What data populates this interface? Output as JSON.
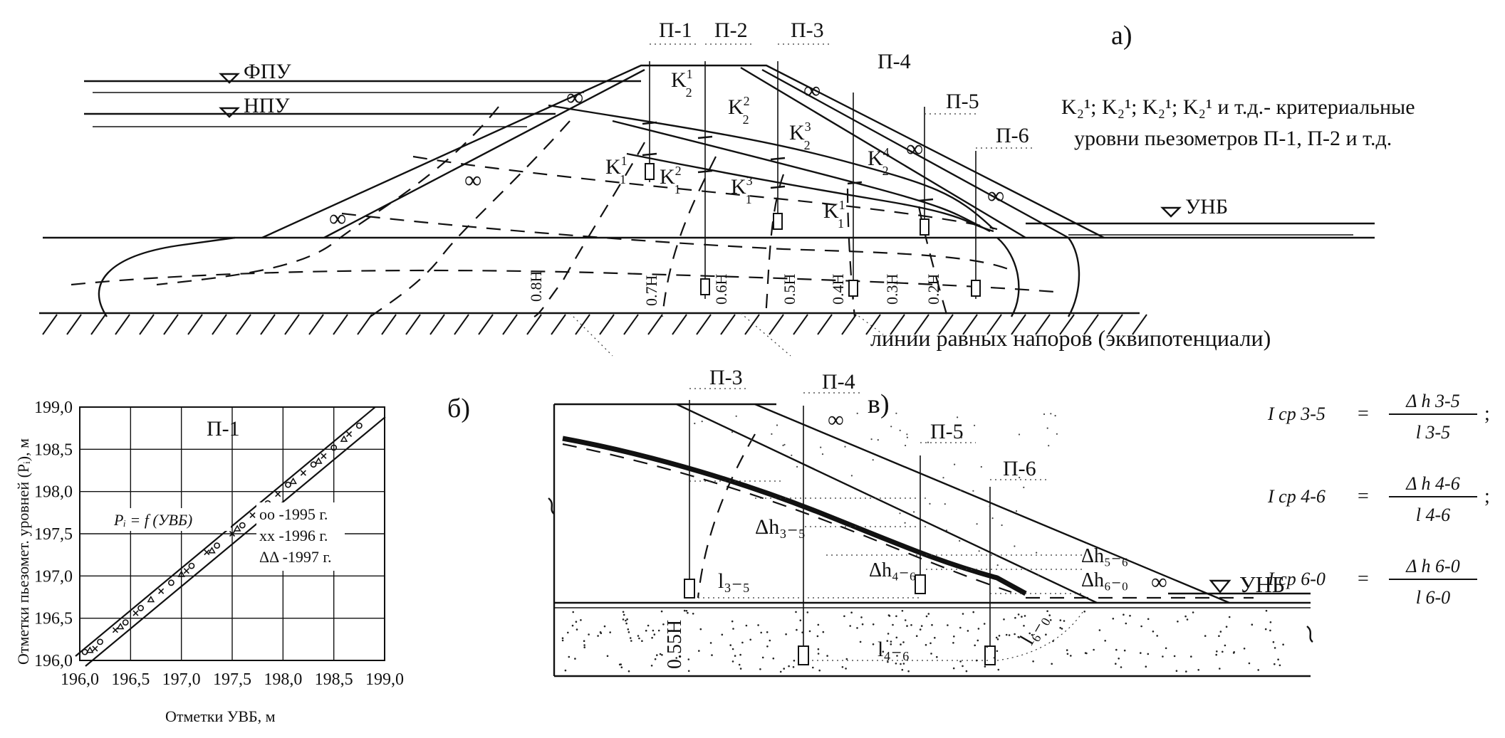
{
  "panel_a": {
    "letter": "а)",
    "levels": {
      "fpu": "ФПУ",
      "npu": "НПУ",
      "unb": "УНБ"
    },
    "piezometers": [
      "П-1",
      "П-2",
      "П-3",
      "П-4",
      "П-5",
      "П-6"
    ],
    "k2_labels": [
      "K",
      "K",
      "K",
      "K"
    ],
    "k2_sups": [
      "1",
      "2",
      "3",
      "4"
    ],
    "k1_labels": [
      "K",
      "K",
      "K",
      "K"
    ],
    "k1_sups": [
      "1",
      "2",
      "3",
      "1"
    ],
    "head_fractions": [
      "0.8H",
      "0.7H",
      "0.6H",
      "0.5H",
      "0.4H",
      "0.3H",
      "0.2H"
    ],
    "legend_line1": "K₂¹; K₂¹; K₂¹; K₂¹ и т.д.- критериальные",
    "legend_line2": "уровни пьезометров П-1, П-2 и т.д.",
    "equipotential_caption": "линии равных напоров (эквипотенциали)",
    "filter_symbol": "∞"
  },
  "panel_b": {
    "letter": "б)",
    "title": "П-1",
    "ylabel": "Отметки пьезомет. уровней (Pᵢ), м",
    "xlabel": "Отметки УВБ, м",
    "tick_labels": [
      "196,0",
      "196,5",
      "197,0",
      "197,5",
      "198,0",
      "198,5",
      "199,0"
    ],
    "function_label": "Pᵢ = f (УВБ)",
    "legend": [
      "оо -1995 г.",
      "хх -1996 г.",
      "ΔΔ -1997 г."
    ]
  },
  "panel_c": {
    "letter": "в)",
    "piezometers": [
      "П-3",
      "П-4",
      "П-5",
      "П-6"
    ],
    "unb": "УНБ",
    "labels": {
      "h35": "Δh₃₋₅",
      "h46": "Δh₄₋₆",
      "h56": "Δh₅₋₆",
      "h60": "Δh₆₋₀",
      "l35": "l₃₋₅",
      "l46": "l₄₋₆",
      "l60": "l₆₋₀",
      "depth": "0.55H"
    },
    "formulas": [
      {
        "lhs": "I ср 3-5",
        "num": "Δ h 3-5",
        "den": "l 3-5",
        "sep": ";"
      },
      {
        "lhs": "I ср 4-6",
        "num": "Δ h 4-6",
        "den": "l 4-6",
        "sep": ";"
      },
      {
        "lhs": "I ср 6-0",
        "num": "Δ h 6-0",
        "den": "l 6-0",
        "sep": ""
      }
    ],
    "filter_symbol": "∞"
  },
  "chart_data": {
    "type": "scatter",
    "title": "П-1",
    "xlabel": "Отметки УВБ, м",
    "ylabel": "Отметки пьезомет. уровней (Pᵢ), м",
    "xlim": [
      196.0,
      199.0
    ],
    "ylim": [
      196.0,
      199.0
    ],
    "grid": true,
    "legend_position": "center-right",
    "series": [
      {
        "name": "оо -1995 г.",
        "marker": "o",
        "x": [
          196.05,
          196.2,
          196.45,
          196.6,
          196.9,
          197.1,
          197.35,
          197.6,
          197.85,
          198.05,
          198.3,
          198.5,
          198.75
        ],
        "y": [
          196.1,
          196.22,
          196.45,
          196.62,
          196.92,
          197.12,
          197.36,
          197.6,
          197.86,
          198.08,
          198.32,
          198.52,
          198.78
        ]
      },
      {
        "name": "хх -1996 г.",
        "marker": "x",
        "x": [
          196.15,
          196.35,
          196.55,
          196.8,
          197.05,
          197.25,
          197.5,
          197.7,
          197.95,
          198.2,
          198.4,
          198.65
        ],
        "y": [
          196.14,
          196.36,
          196.56,
          196.82,
          197.06,
          197.28,
          197.5,
          197.72,
          197.97,
          198.22,
          198.42,
          198.68
        ]
      },
      {
        "name": "ΔΔ -1997 г.",
        "marker": "triangle",
        "x": [
          196.1,
          196.4,
          196.7,
          197.0,
          197.3,
          197.55,
          197.8,
          198.1,
          198.35,
          198.6
        ],
        "y": [
          196.12,
          196.4,
          196.72,
          197.02,
          197.3,
          197.56,
          197.82,
          198.12,
          198.36,
          198.62
        ]
      }
    ],
    "fit_line": {
      "name": "Pᵢ = f (УВБ)",
      "x": [
        196.0,
        198.95
      ],
      "y": [
        196.0,
        198.95
      ]
    }
  }
}
